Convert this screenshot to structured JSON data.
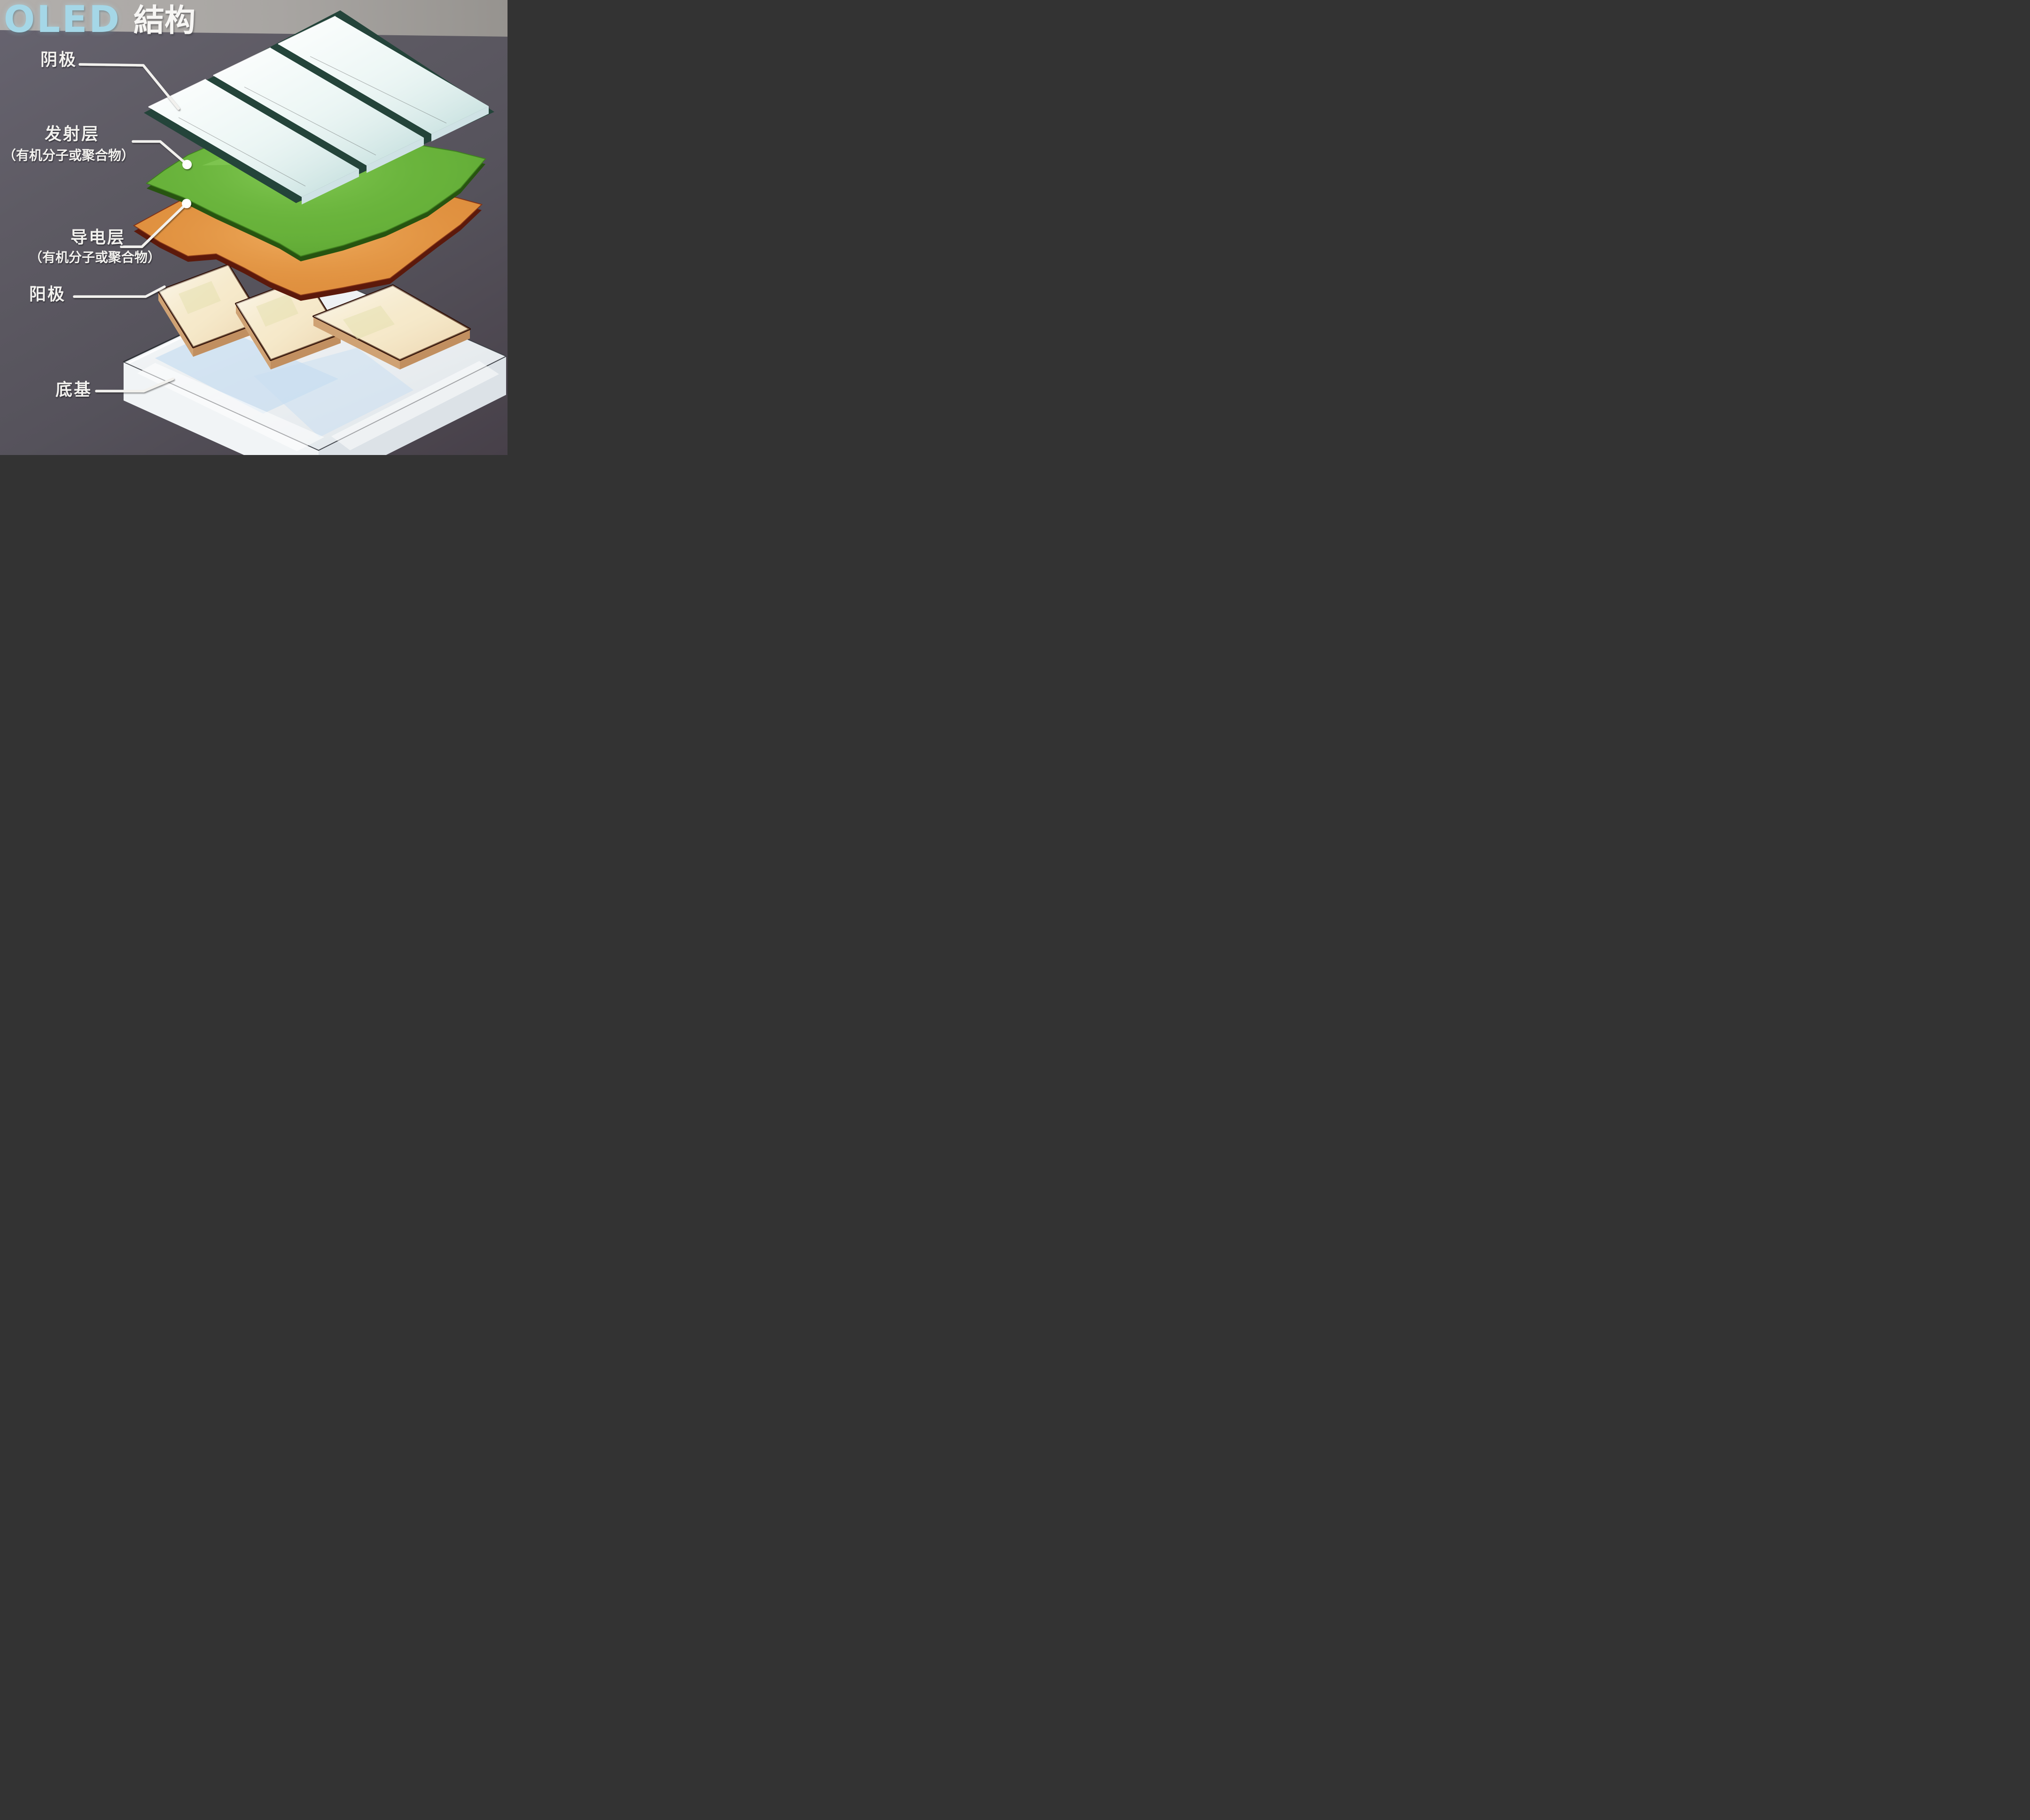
{
  "title": {
    "logo": "OLED",
    "heading": "結构"
  },
  "labels": {
    "cathode": {
      "text": "阴极"
    },
    "emissive": {
      "text": "发射层",
      "sub": "（有机分子或聚合物）"
    },
    "conductive": {
      "text": "导电层",
      "sub": "（有机分子或聚合物）"
    },
    "anode": {
      "text": "阳极"
    },
    "substrate": {
      "text": "底基"
    }
  },
  "colors": {
    "title_blue": "#a5d7e7",
    "label_white": "#f2f1ee",
    "leader": "#f2f1ee",
    "dot": "#ffffff",
    "background_top": "#a8a5a2",
    "background_main": "#57545c",
    "cathode_plate": "#e9f5f3",
    "cathode_seam": "#24443a",
    "emissive_green": "#67b13a",
    "emissive_edge": "#275410",
    "conductive_orange": "#df8f3e",
    "conductive_edge": "#5c190b",
    "anode_cream": "#f7ecd2",
    "anode_side": "#cfa274",
    "anode_outline": "#2f0f06",
    "substrate_white": "#e9edf0",
    "substrate_blue": "#bdd9f1"
  }
}
